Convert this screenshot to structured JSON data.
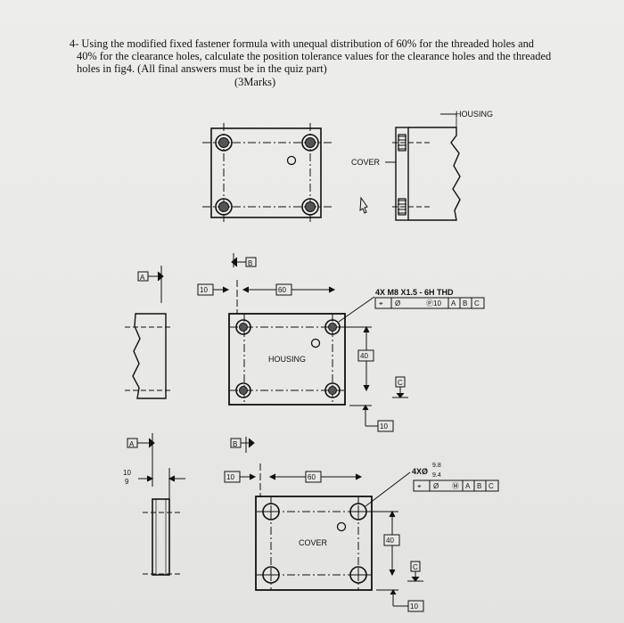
{
  "question": {
    "line1": "4- Using the modified  fixed fastener formula with unequal  distribution of 60% for the threaded holes and",
    "line2": "40% for the clearance holes, calculate the position tolerance values for the clearance holes and the threaded",
    "line3": "holes  in fig4. (All final answers must be  in the quiz part)",
    "marks": "(3Marks)"
  },
  "assembly": {
    "housing_label": "HOUSING",
    "cover_label": "COVER"
  },
  "housing": {
    "plate_label": "HOUSING",
    "datum_a": "A",
    "datum_b": "B",
    "datum_c": "C",
    "dim_left": "10",
    "dim_width": "60",
    "dim_height": "40",
    "dim_bottom": "10",
    "thread_callout": "4X M8 X1.5 - 6H THD",
    "fcf": {
      "symbol": "⌖",
      "dia": "Ø",
      "projected": "Ⓟ10",
      "ref_a": "A",
      "ref_b": "B",
      "ref_c": "C"
    }
  },
  "cover": {
    "plate_label": "COVER",
    "datum_a": "A",
    "datum_b": "B",
    "datum_c": "C",
    "thickness_upper": "10",
    "thickness_lower": "9",
    "dim_left": "10",
    "dim_width": "60",
    "dim_height": "40",
    "dim_bottom": "10",
    "hole_callout_prefix": "4XØ",
    "hole_upper": "9.8",
    "hole_lower": "9.4",
    "fcf": {
      "symbol": "⌖",
      "dia": "Ø",
      "mmc": "Ⓜ",
      "ref_a": "A",
      "ref_b": "B",
      "ref_c": "C"
    }
  }
}
